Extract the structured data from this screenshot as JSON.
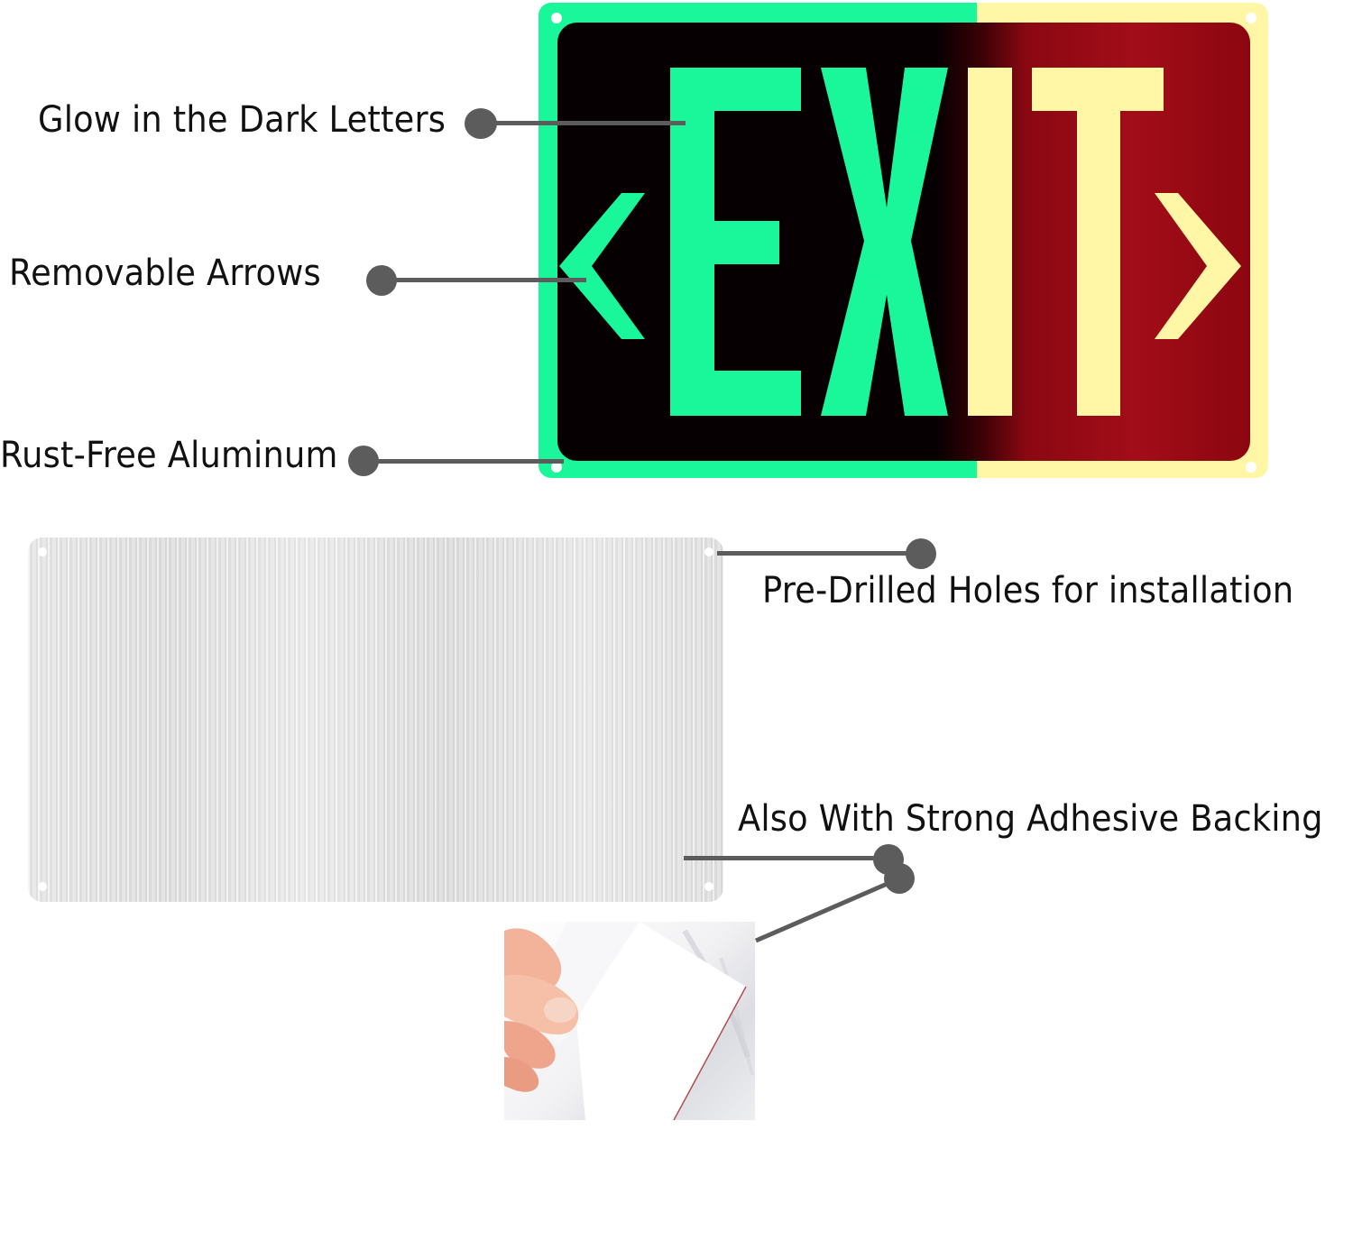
{
  "callouts": {
    "glow_letters": "Glow in the Dark Letters",
    "removable_arrows": "Removable Arrows",
    "rust_free": "Rust-Free Aluminum",
    "pre_drilled": "Pre-Drilled Holes for installation",
    "adhesive": "Also With Strong Adhesive Backing"
  },
  "sign": {
    "text": "EXIT",
    "left_arrow": "‹",
    "right_arrow": "›",
    "colors": {
      "glow_green": "#19f79a",
      "glow_yellow": "#fff7a6",
      "dark_bg": "#060002",
      "red_bg": "#a20d18"
    }
  },
  "connector_color": "#5c5c5c"
}
